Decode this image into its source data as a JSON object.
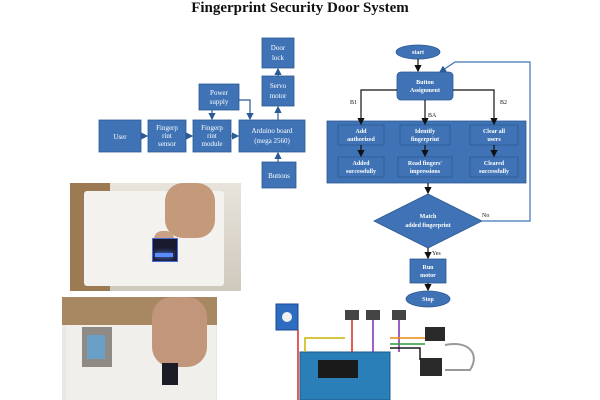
{
  "title": "Fingerprint Security Door System",
  "block_diagram": {
    "user": "User",
    "sensor": [
      "Fingerp",
      "rint",
      "sensor"
    ],
    "module": [
      "Fingerp",
      "rint",
      "module"
    ],
    "power": [
      "Power",
      "supply"
    ],
    "arduino": [
      "Arduino board",
      "(mega 2560)"
    ],
    "servo": [
      "Servo",
      "motor"
    ],
    "door": [
      "Door",
      "lock"
    ],
    "buttons": "Buttons"
  },
  "flowchart": {
    "start": "start",
    "assign": [
      "Button",
      "Assignment"
    ],
    "b1": "B1",
    "ba": "BA",
    "b2": "B2",
    "add_auth": [
      "Add",
      "authorized"
    ],
    "identify": [
      "Identify",
      "fingerprint"
    ],
    "clear": [
      "Clear all",
      "users"
    ],
    "added": [
      "Added",
      "successfully"
    ],
    "read": [
      "Read fingers'",
      "impressions"
    ],
    "cleared": [
      "Cleared",
      "successfully"
    ],
    "match": [
      "Match",
      "added fingerprint"
    ],
    "no": "No",
    "yes": "Yes",
    "servo": [
      "Run",
      "motor"
    ],
    "stop": "Stop"
  },
  "colors": {
    "box": "#3f73b5",
    "background": "#ffffff"
  }
}
